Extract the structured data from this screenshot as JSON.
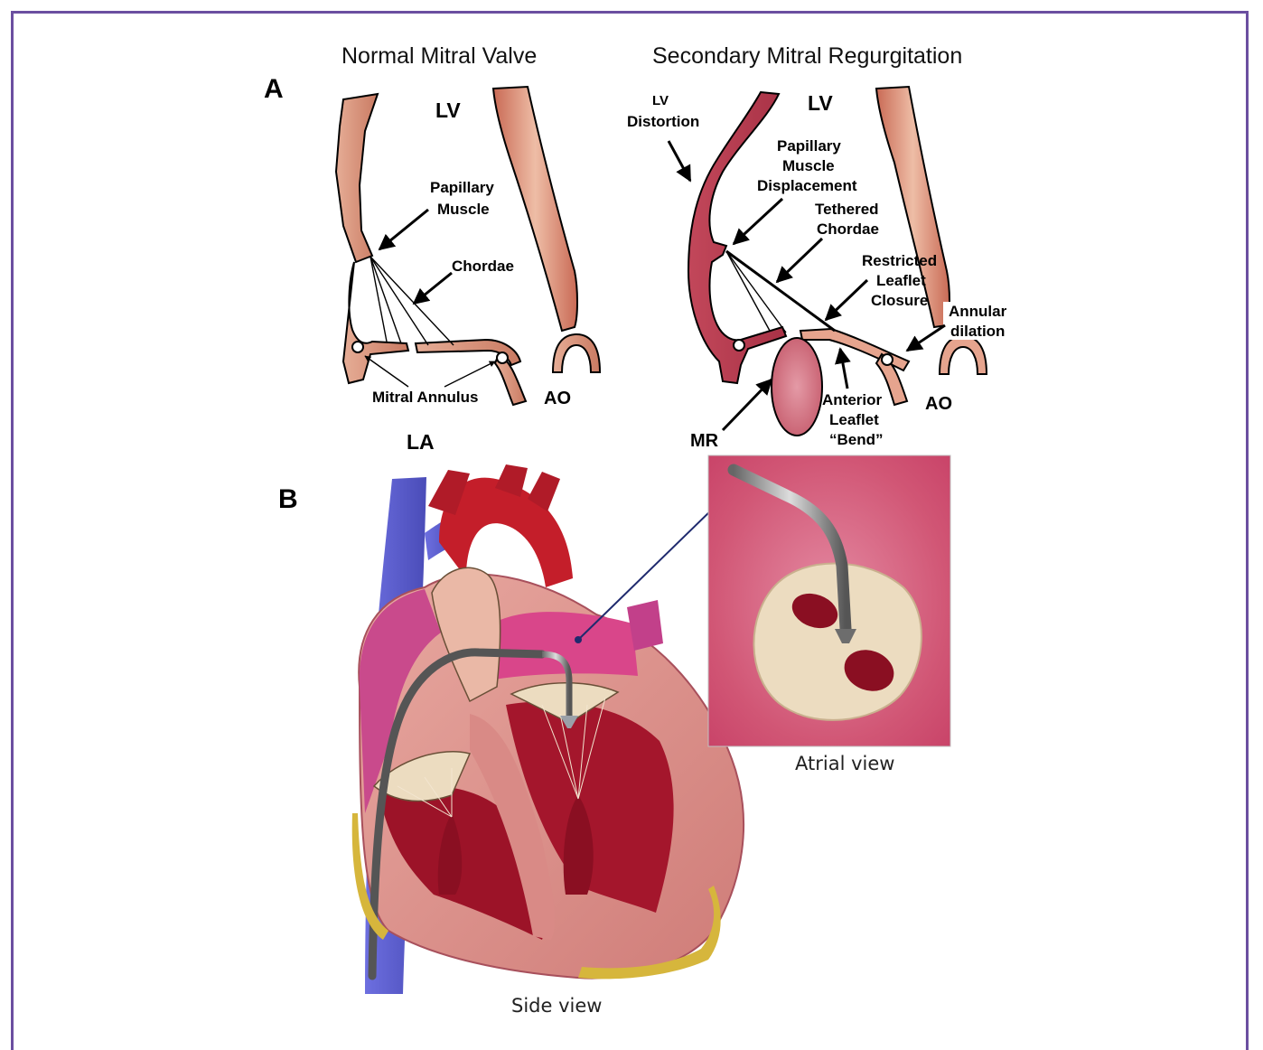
{
  "panel_a": {
    "letter": "A",
    "normal": {
      "title": "Normal Mitral Valve",
      "lv": "LV",
      "papillary_1": "Papillary",
      "papillary_2": "Muscle",
      "chordae": "Chordae",
      "mitral_annulus": "Mitral Annulus",
      "ao": "AO",
      "la": "LA"
    },
    "smr": {
      "title": "Secondary Mitral Regurgitation",
      "lv": "LV",
      "lv_distortion_1": "LV",
      "lv_distortion_2": "Distortion",
      "pm_disp_1": "Papillary",
      "pm_disp_2": "Muscle",
      "pm_disp_3": "Displacement",
      "tethered_1": "Tethered",
      "tethered_2": "Chordae",
      "restricted_1": "Restricted",
      "restricted_2": "Leaflet",
      "restricted_3": "Closure",
      "annular_1": "Annular",
      "annular_2": "dilation",
      "ao": "AO",
      "mr": "MR",
      "anterior_1": "Anterior",
      "anterior_2": "Leaflet",
      "anterior_3": "“Bend”"
    }
  },
  "panel_b": {
    "letter": "B",
    "side_view": "Side view",
    "atrial_view": "Atrial view"
  },
  "colors": {
    "frame": "#6b4fa0",
    "normal_tissue": "#d9927a",
    "smr_tissue": "#b84a5c",
    "myocardium": "#d98a86",
    "chamber": "#a4162c",
    "aorta": "#c41e2a",
    "vein": "#5a5fd0",
    "atrium_pink": "#d9468a",
    "inset_bg": "#d4607e",
    "valve_cream": "#ecdcc0"
  }
}
